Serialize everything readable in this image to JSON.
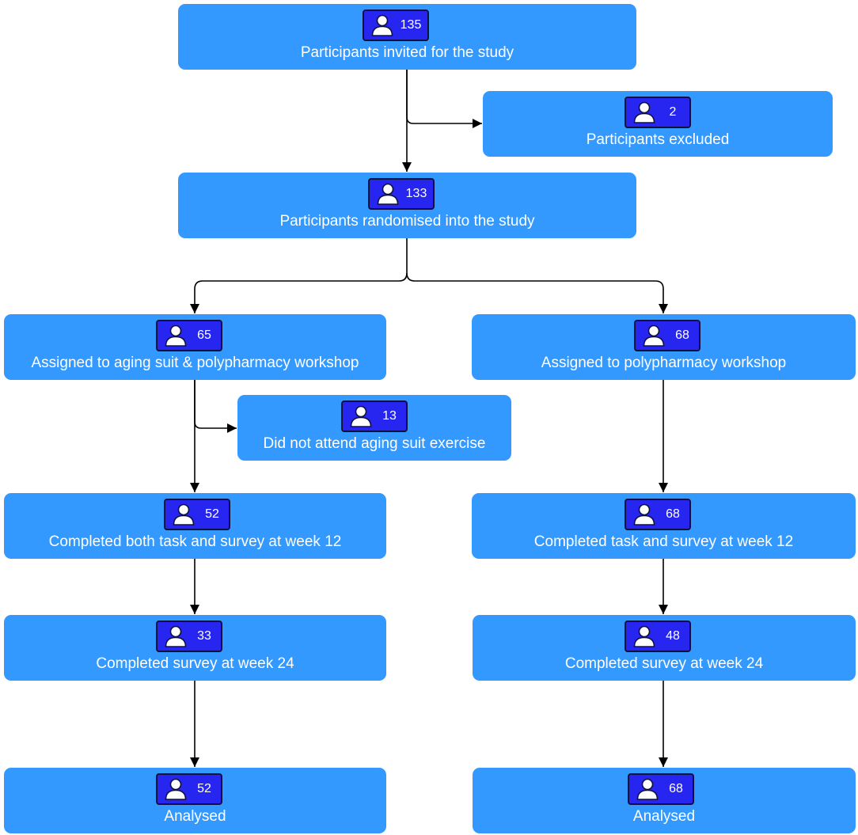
{
  "nodes": [
    {
      "id": "invited",
      "count": "135",
      "label": "Participants invited for the study"
    },
    {
      "id": "excluded",
      "count": "2",
      "label": "Participants excluded"
    },
    {
      "id": "randomised",
      "count": "133",
      "label": "Participants randomised into the study"
    },
    {
      "id": "aging-suit-arm",
      "count": "65",
      "label": "Assigned to aging suit & polypharmacy workshop"
    },
    {
      "id": "polypharmacy-arm",
      "count": "68",
      "label": "Assigned to polypharmacy workshop"
    },
    {
      "id": "did-not-attend",
      "count": "13",
      "label": "Did not attend aging suit exercise"
    },
    {
      "id": "week12-aging",
      "count": "52",
      "label": "Completed both task and survey at week 12"
    },
    {
      "id": "week12-poly",
      "count": "68",
      "label": "Completed task and survey at week 12"
    },
    {
      "id": "week24-aging",
      "count": "33",
      "label": "Completed survey at week 24"
    },
    {
      "id": "week24-poly",
      "count": "48",
      "label": "Completed survey at week 24"
    },
    {
      "id": "analysed-aging",
      "count": "52",
      "label": "Analysed"
    },
    {
      "id": "analysed-poly",
      "count": "68",
      "label": "Analysed"
    }
  ],
  "edges": [
    {
      "from": "invited",
      "to": "excluded"
    },
    {
      "from": "invited",
      "to": "randomised"
    },
    {
      "from": "randomised",
      "to": "aging-suit-arm"
    },
    {
      "from": "randomised",
      "to": "polypharmacy-arm"
    },
    {
      "from": "aging-suit-arm",
      "to": "did-not-attend"
    },
    {
      "from": "aging-suit-arm",
      "to": "week12-aging"
    },
    {
      "from": "polypharmacy-arm",
      "to": "week12-poly"
    },
    {
      "from": "week12-aging",
      "to": "week24-aging"
    },
    {
      "from": "week12-poly",
      "to": "week24-poly"
    },
    {
      "from": "week24-aging",
      "to": "analysed-aging"
    },
    {
      "from": "week24-poly",
      "to": "analysed-poly"
    }
  ],
  "colors": {
    "node_fill": "#3399ff",
    "badge_fill": "#2626f0",
    "badge_border": "#101040",
    "edge": "#000000",
    "text": "#ffffff"
  },
  "icons": {
    "participant": "person-icon"
  }
}
